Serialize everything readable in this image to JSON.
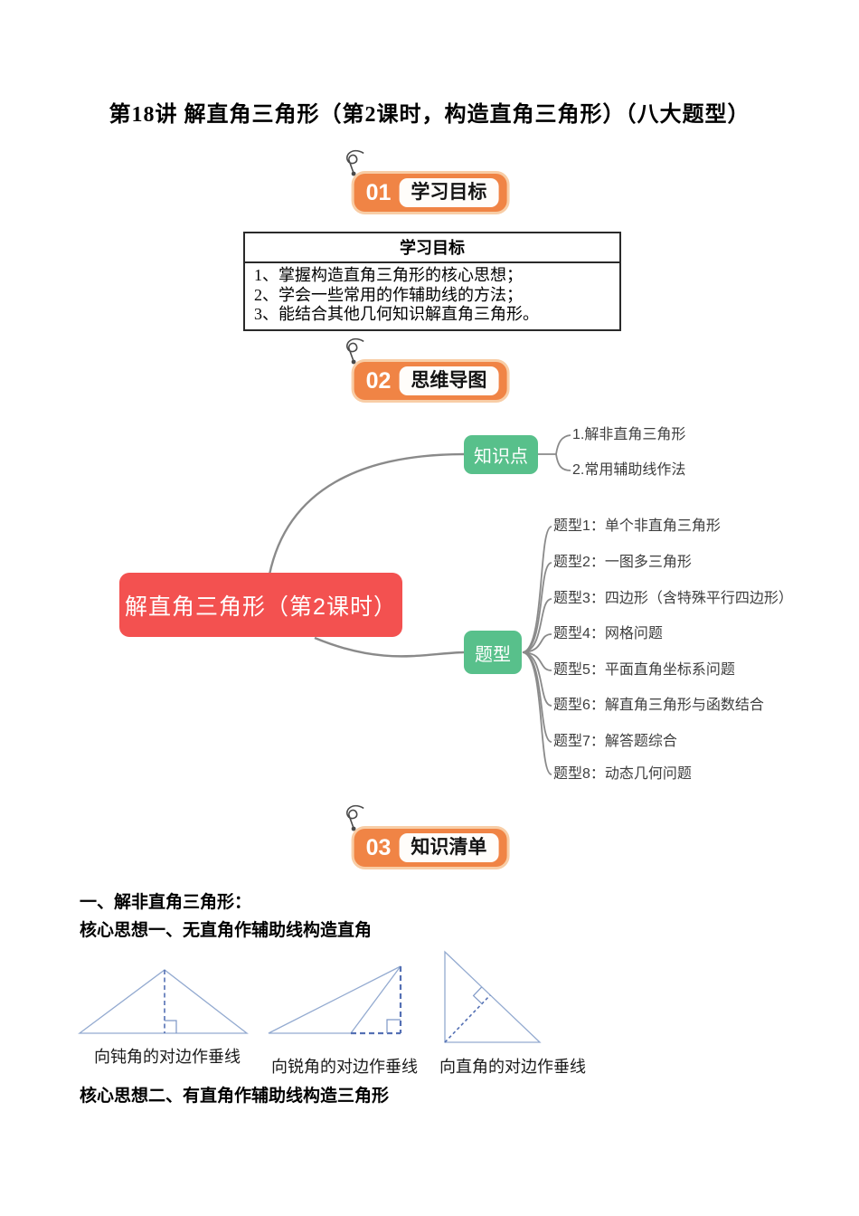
{
  "title": "第18讲 解直角三角形（第2课时，构造直角三角形）（八大题型）",
  "badges": [
    {
      "number": "01",
      "label": "学习目标"
    },
    {
      "number": "02",
      "label": "思维导图"
    },
    {
      "number": "03",
      "label": "知识清单"
    }
  ],
  "goals": {
    "header": "学习目标",
    "items": [
      "1、掌握构造直角三角形的核心思想；",
      "2、学会一些常用的作辅助线的方法；",
      "3、能结合其他几何知识解直角三角形。"
    ]
  },
  "mindmap": {
    "root": "解直角三角形（第2课时）",
    "knowledge_branch": {
      "label": "知识点",
      "children": [
        "1.解非直角三角形",
        "2.常用辅助线作法"
      ]
    },
    "types_branch": {
      "label": "题型",
      "children": [
        "题型1：单个非直角三角形",
        "题型2：一图多三角形",
        "题型3：四边形（含特殊平行四边形）",
        "题型4：网格问题",
        "题型5：平面直角坐标系问题",
        "题型6：解直角三角形与函数结合",
        "题型7：解答题综合",
        "题型8：动态几何问题"
      ]
    },
    "colors": {
      "root_bg": "#f35150",
      "branch_bg": "#58c08b",
      "connector": "#8a8a8a",
      "badge_orange": "#f08445"
    }
  },
  "knowledge_list": {
    "section_heading": "一、解非直角三角形：",
    "core_idea_1": "核心思想一、无直角作辅助线构造直角",
    "figure_captions": [
      "向钝角的对边作垂线",
      "向锐角的对边作垂线",
      "向直角的对边作垂线"
    ],
    "core_idea_2": "核心思想二、有直角作辅助线构造三角形"
  }
}
